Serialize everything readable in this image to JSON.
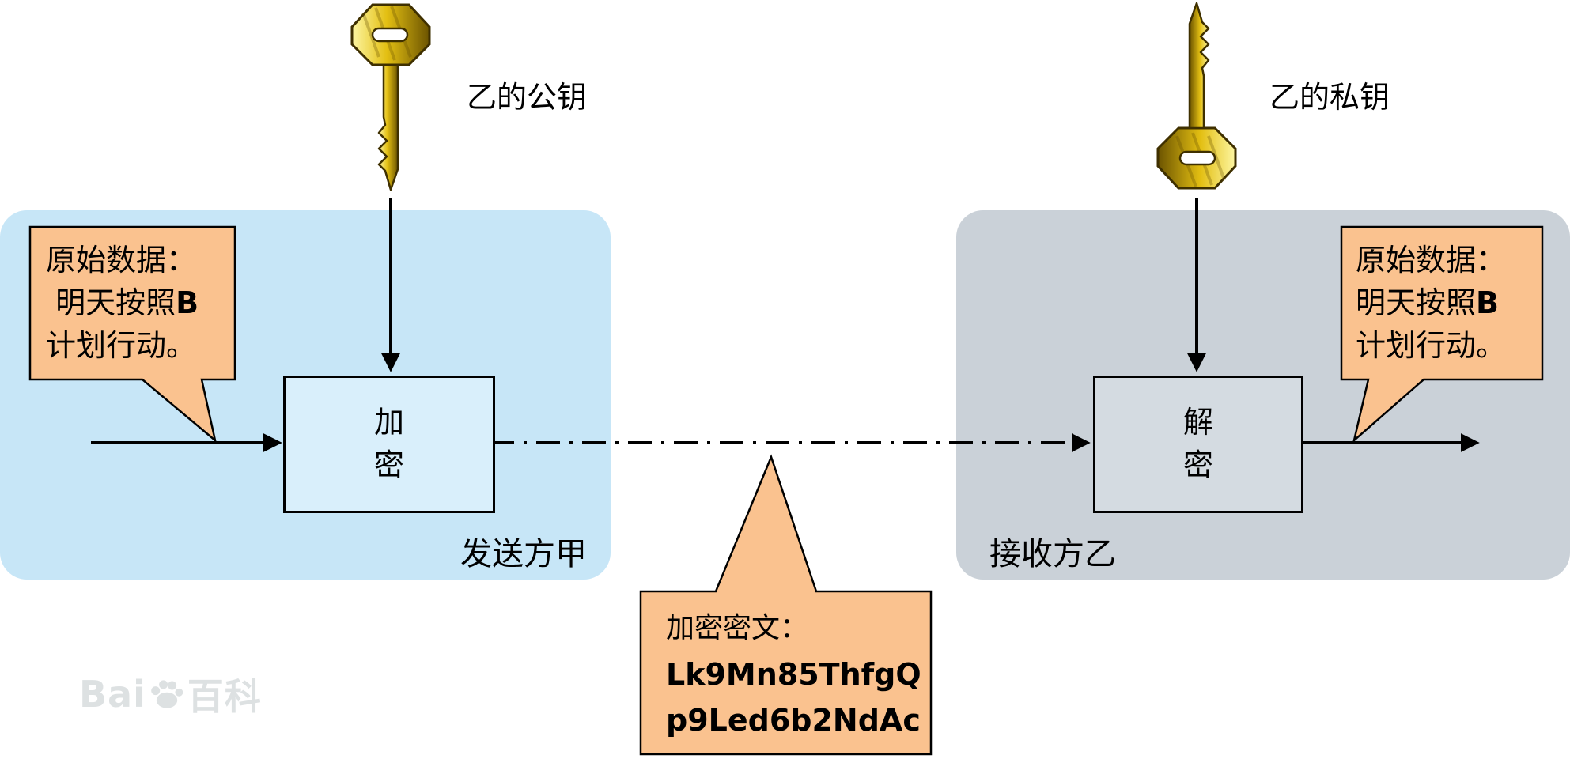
{
  "colors": {
    "sender_panel": "#c7e6f7",
    "receiver_panel": "#cad1d8",
    "encrypt_box_fill": "#d9effb",
    "decrypt_box_fill": "#d4dbe1",
    "callout_fill": "#fac28f",
    "outline": "#000000",
    "key_gold_light": "#fdf6a3",
    "key_gold_dark": "#6b5300"
  },
  "keys": {
    "public_key_label": "乙的公钥",
    "private_key_label": "乙的私钥"
  },
  "process": {
    "encrypt_label": "加\n密",
    "decrypt_label": "解\n密"
  },
  "panels": {
    "sender_label": "发送方甲",
    "receiver_label": "接收方乙"
  },
  "callouts": {
    "sender_data": {
      "line1": "原始数据：",
      "line2": "明天按照",
      "line2_bold": "B",
      "line3": "计划行动。"
    },
    "receiver_data": {
      "line1": "原始数据：",
      "line2": "明天按照",
      "line2_bold": "B",
      "line3": "计划行动。"
    },
    "ciphertext": {
      "title": "加密密文：",
      "code_line1": "Lk9Mn85ThfgQ",
      "code_line2": "p9Led6b2NdAc"
    }
  },
  "watermark": {
    "prefix": "Bai",
    "suffix": "百科"
  }
}
